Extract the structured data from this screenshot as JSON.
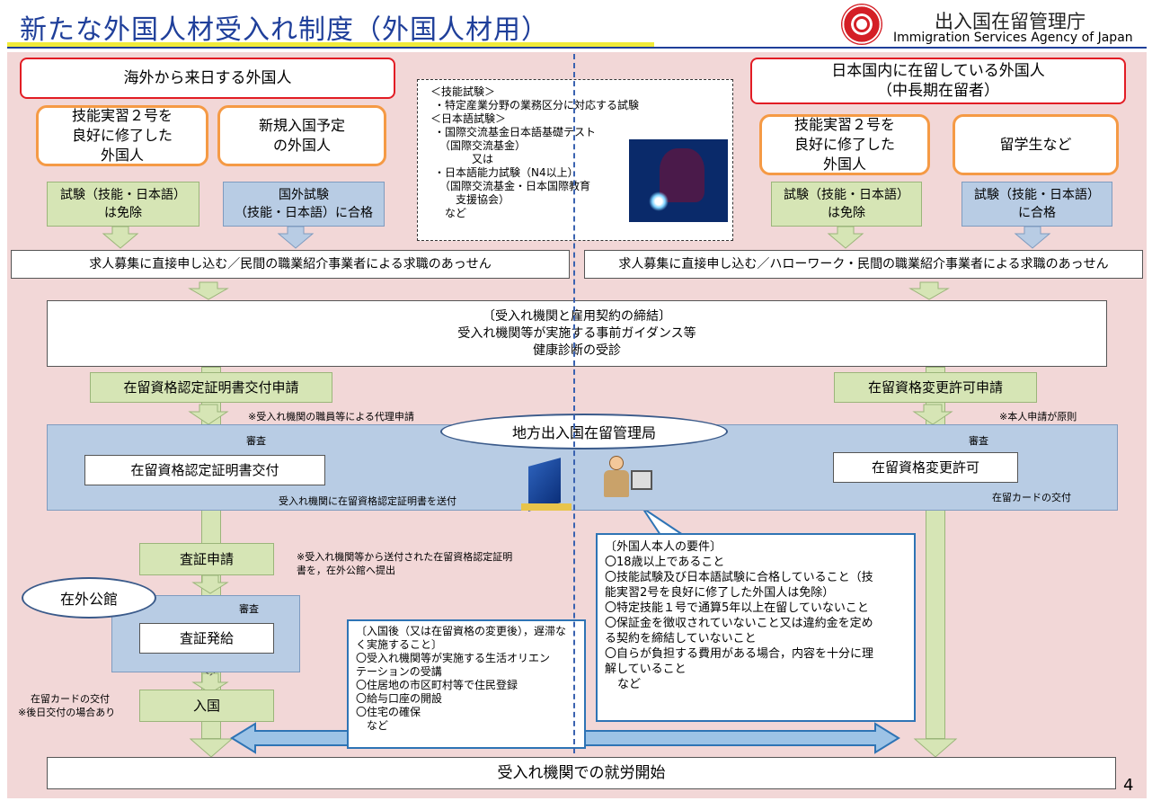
{
  "header": {
    "title": "新たな外国人材受入れ制度（外国人材用）",
    "agency_ja": "出入国在留管理庁",
    "agency_en": "Immigration Services Agency of Japan"
  },
  "left": {
    "heading": "海外から来日する外国人",
    "group_a": [
      "技能実習２号を",
      "良好に修了した",
      "外国人"
    ],
    "group_b": [
      "新規入国予定",
      "の外国人"
    ],
    "exempt": [
      "試験（技能・日本語）",
      "は免除"
    ],
    "overseas_test": [
      "国外試験",
      "（技能・日本語）に合格"
    ],
    "job": "求人募集に直接申し込む／民間の職業紹介事業者による求職のあっせん",
    "coe_apply": "在留資格認定証明書交付申請",
    "proxy_note": "※受入れ機関の職員等による代理申請",
    "review": "審査",
    "coe_issue": "在留資格認定証明書交付",
    "send_note": "受入れ機関に在留資格認定証明書を送付",
    "visa_apply": "査証申請",
    "visa_note": [
      "※受入れ機関等から送付された在留資格認定証明",
      "書を，在外公館へ提出"
    ],
    "embassy": "在外公館",
    "review2": "審査",
    "visa_issue": "査証発給",
    "card_note": [
      "在留カードの交付",
      "※後日交付の場合あり"
    ],
    "entry": "入国"
  },
  "right": {
    "heading": [
      "日本国内に在留している外国人",
      "（中長期在留者）"
    ],
    "group_a": [
      "技能実習２号を",
      "良好に修了した",
      "外国人"
    ],
    "group_b": "留学生など",
    "exempt": [
      "試験（技能・日本語）",
      "は免除"
    ],
    "pass": [
      "試験（技能・日本語）",
      "に合格"
    ],
    "job": "求人募集に直接申し込む／ハローワーク・民間の職業紹介事業者による求職のあっせん",
    "change_apply": "在留資格変更許可申請",
    "self_note": "※本人申請が原則",
    "review": "審査",
    "change_permit": "在留資格変更許可",
    "card_note": "在留カードの交付"
  },
  "exam_info": [
    "＜技能試験＞",
    "・特定産業分野の業務区分に対応する試験",
    "＜日本語試験＞",
    "・国際交流基金日本語基礎テスト",
    "（国際交流基金）",
    "又は",
    "・日本語能力試験（N4以上）",
    "（国際交流基金・日本国際教育",
    "支援協会）",
    "など"
  ],
  "contract": [
    "〔受入れ機関と雇用契約の締結〕",
    "受入れ機関等が実施する事前ガイダンス等",
    "健康診断の受診"
  ],
  "bureau": "地方出入国在留管理局",
  "requirements": [
    "〔外国人本人の要件〕",
    "〇18歳以上であること",
    "〇技能試験及び日本語試験に合格していること（技",
    "能実習2号を良好に修了した外国人は免除）",
    "〇特定技能１号で通算5年以上在留していないこと",
    "〇保証金を徴収されていないこと又は違約金を定め",
    "る契約を締結していないこと",
    "〇自らが負担する費用がある場合，内容を十分に理",
    "解していること",
    "など"
  ],
  "after_entry": [
    "〔入国後（又は在留資格の変更後），遅滞な",
    "く実施すること〕",
    "〇受入れ機関等が実施する生活オリエン",
    "テーションの受講",
    "〇住居地の市区町村等で住民登録",
    "〇給与口座の開設",
    "〇住宅の確保",
    "など"
  ],
  "work_start": "受入れ機関での就労開始",
  "page_number": "4",
  "colors": {
    "title_blue": "#1f3f9a",
    "red": "#e21c24",
    "orange": "#f59a45",
    "green": "#d6e5b5",
    "blue": "#b8cce4",
    "pink": "#f2d7d7"
  }
}
